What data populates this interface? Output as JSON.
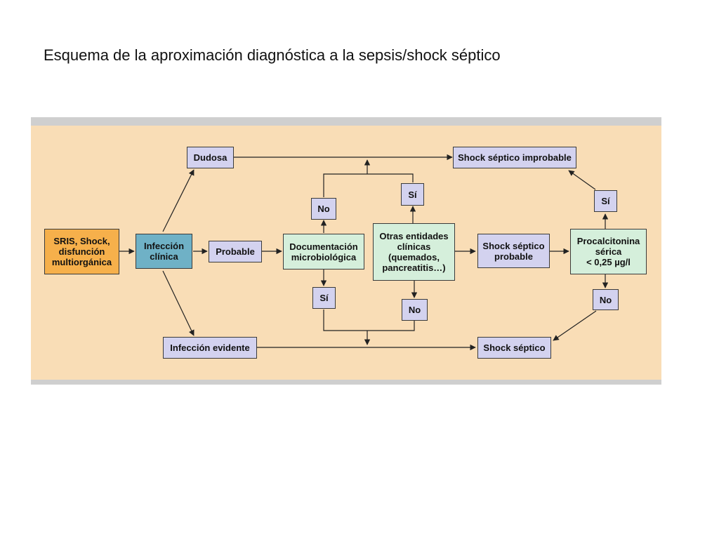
{
  "slide": {
    "title": "Esquema de la aproximación diagnóstica a la sepsis/shock séptico"
  },
  "diagram": {
    "nodes": {
      "sris": "SRIS, Shock,\ndisfunción\nmultiorgánica",
      "infeccion_clinica": "Infección\nclínica",
      "dudosa": "Dudosa",
      "probable": "Probable",
      "infeccion_evidente": "Infección evidente",
      "documentacion": "Documentación\nmicrobiológica",
      "doc_no": "No",
      "doc_si": "Sí",
      "otras_entidades": "Otras entidades\nclínicas\n(quemados,\npancreatitis…)",
      "otras_si": "Sí",
      "otras_no": "No",
      "shock_improbable": "Shock séptico improbable",
      "shock_probable": "Shock séptico\nprobable",
      "shock_septico": "Shock séptico",
      "procalcitonina": "Procalcitonina\nsérica\n< 0,25 µg/l",
      "pct_si": "Sí",
      "pct_no": "No"
    },
    "colors": {
      "background": "#f9ddb6",
      "band": "#cfcfcf",
      "lavender_box": "#d3d2ef",
      "orange_box": "#f6b04b",
      "blue_box": "#6fb1c6",
      "mint_box": "#d5efdb",
      "line": "#222222"
    }
  }
}
